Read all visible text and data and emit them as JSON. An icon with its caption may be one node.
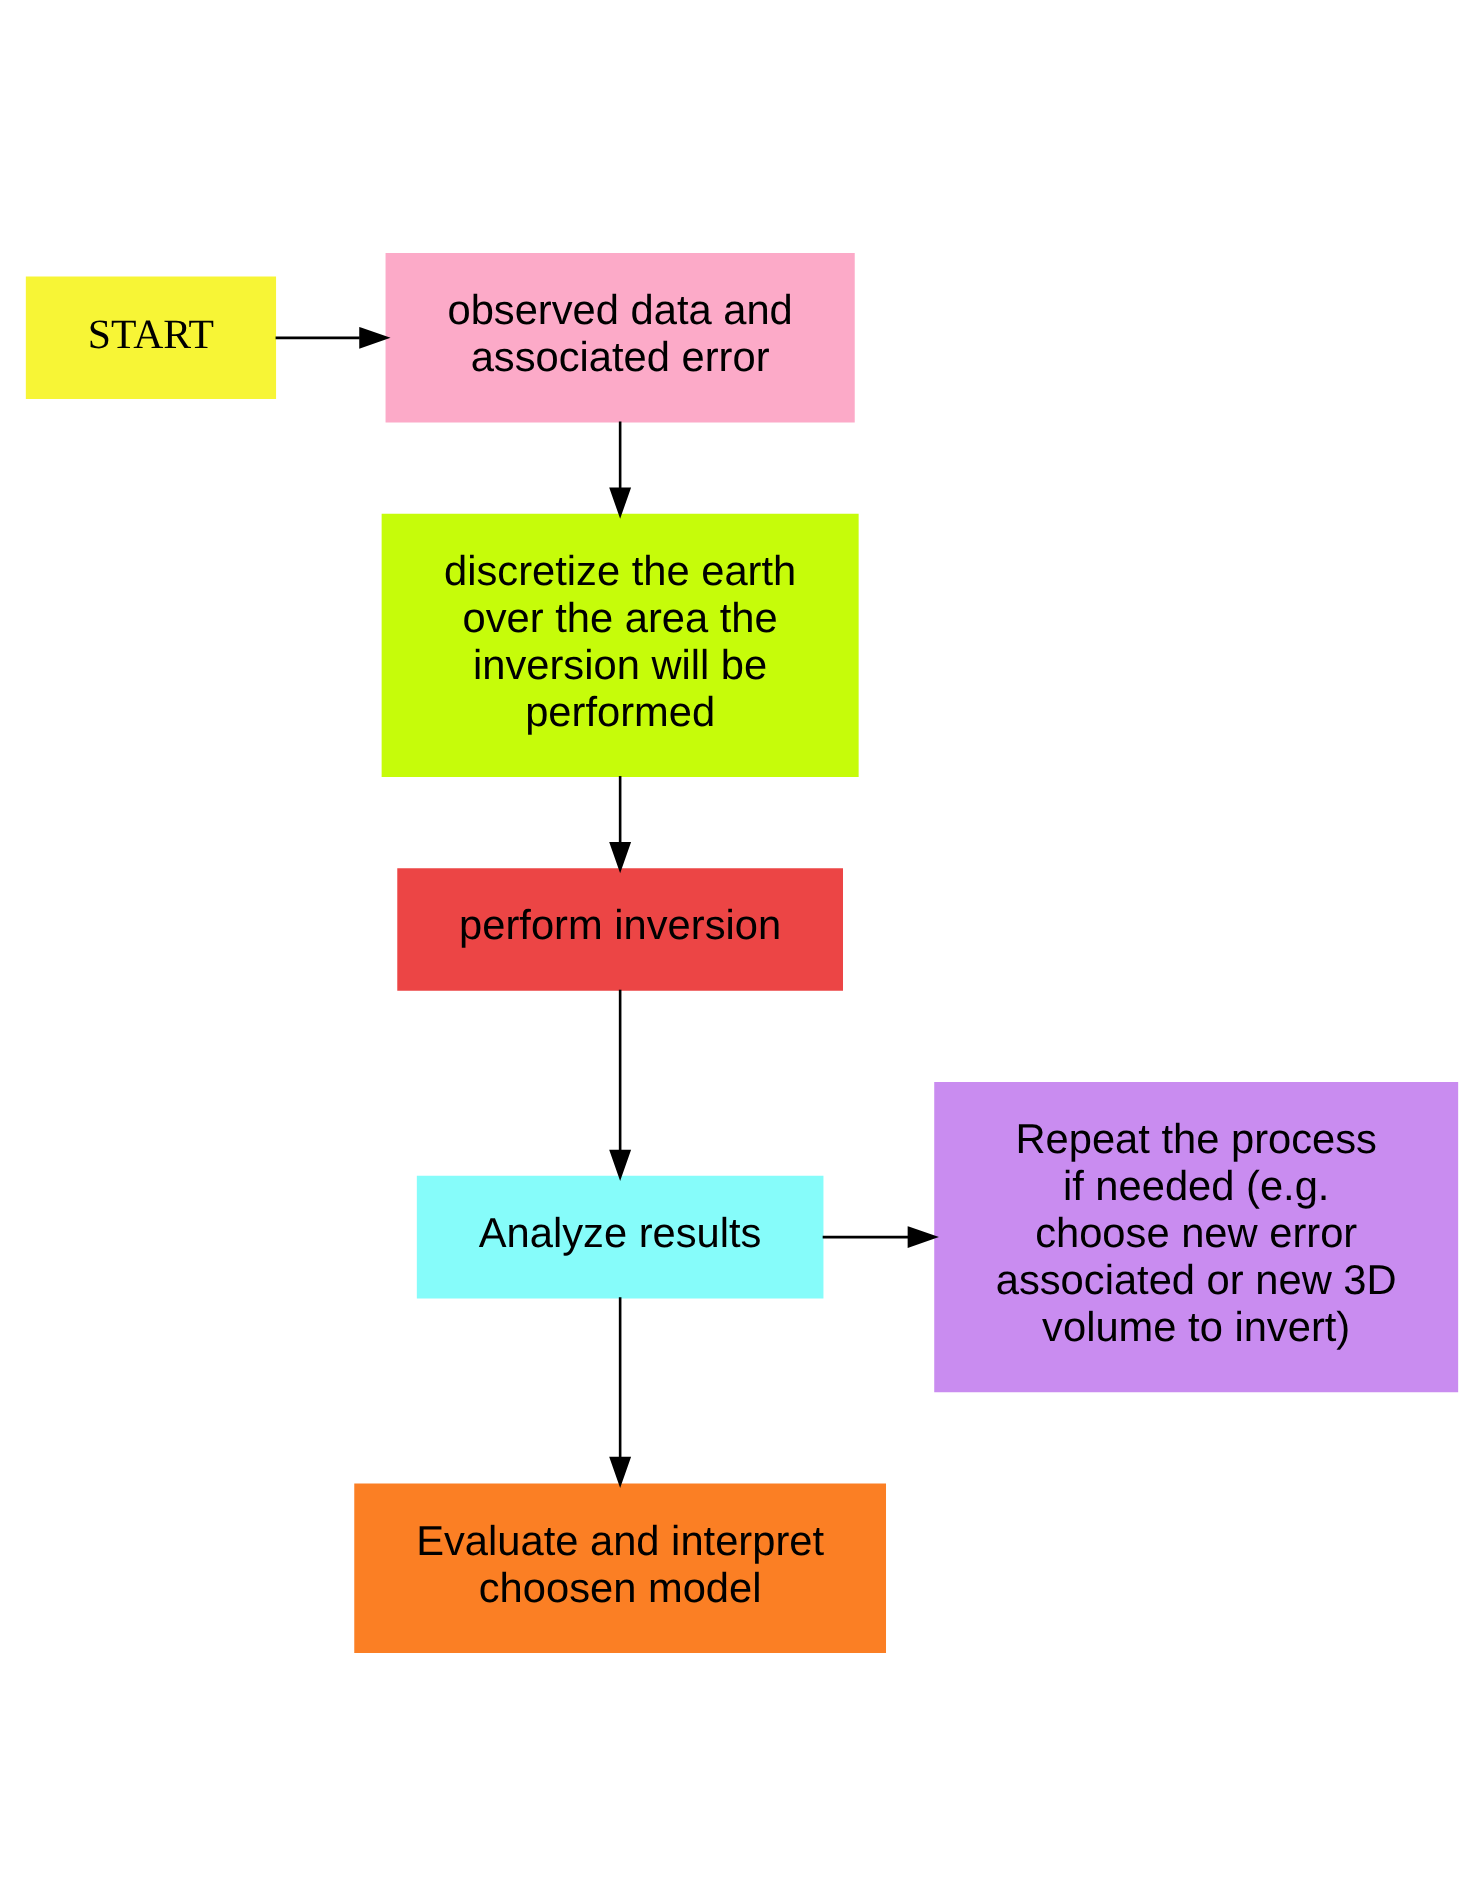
{
  "diagram": {
    "nodes": [
      {
        "text": [
          "START"
        ]
      },
      {
        "text": [
          "observed data and associated error"
        ]
      },
      {
        "text": [
          "discretize the earth over the area the inversion will be performed"
        ]
      },
      {
        "text": [
          "perform inversion"
        ]
      },
      {
        "text": [
          "Analyze results"
        ]
      },
      {
        "text": [
          "Repeat the process if needed (e.g. choose new error associated or new 3D volume to invert)"
        ]
      },
      {
        "text": [
          "Evaluate and interpret choosen model"
        ]
      }
    ],
    "edges": [
      {
        "from": 0,
        "to": 1,
        "arrow": "to"
      },
      {
        "from": 1,
        "to": 2,
        "arrow": "to"
      },
      {
        "from": 2,
        "to": 3,
        "arrow": "to"
      },
      {
        "from": 3,
        "to": 4,
        "arrow": "to"
      },
      {
        "from": 4,
        "to": 5,
        "arrow": "to"
      },
      {
        "from": 4,
        "to": 6,
        "arrow": "to"
      }
    ]
  }
}
